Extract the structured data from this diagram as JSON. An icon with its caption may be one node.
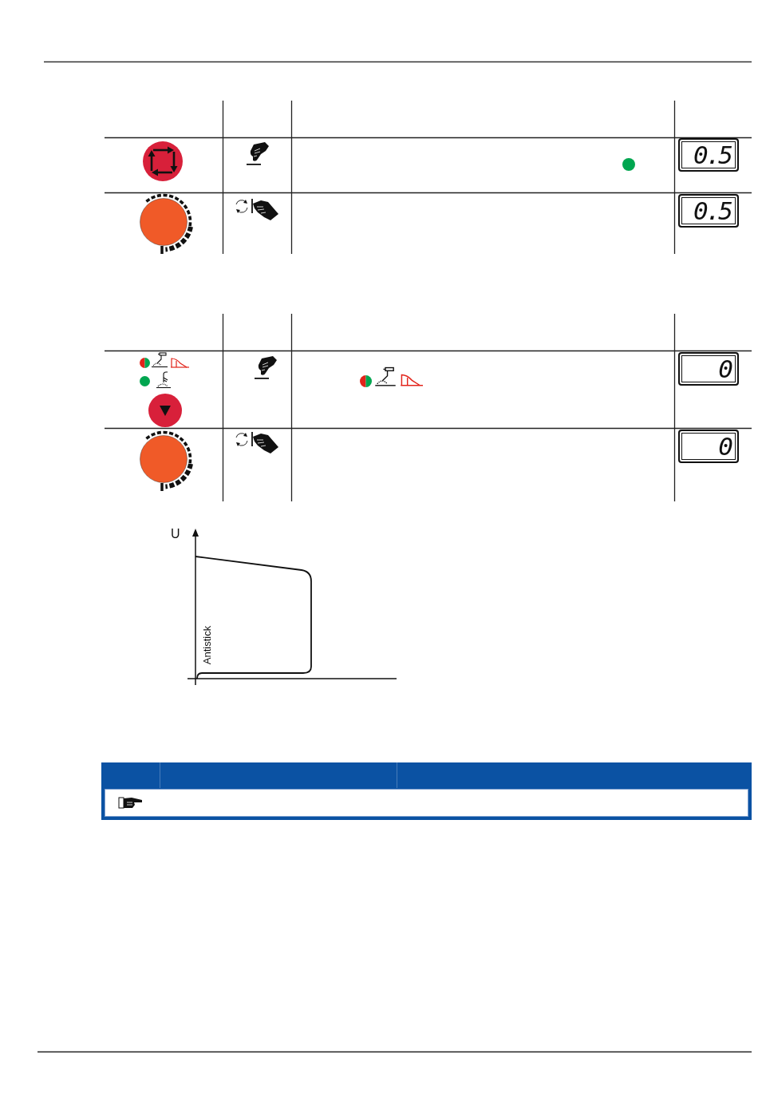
{
  "diagram": {
    "nodes": [
      {
        "text": [
          "0.5"
        ]
      },
      {
        "text": [
          "0.5"
        ]
      },
      {
        "text": [
          "0"
        ]
      },
      {
        "text": [
          "0"
        ]
      }
    ],
    "labels": [
      "U",
      "Antistick"
    ]
  }
}
